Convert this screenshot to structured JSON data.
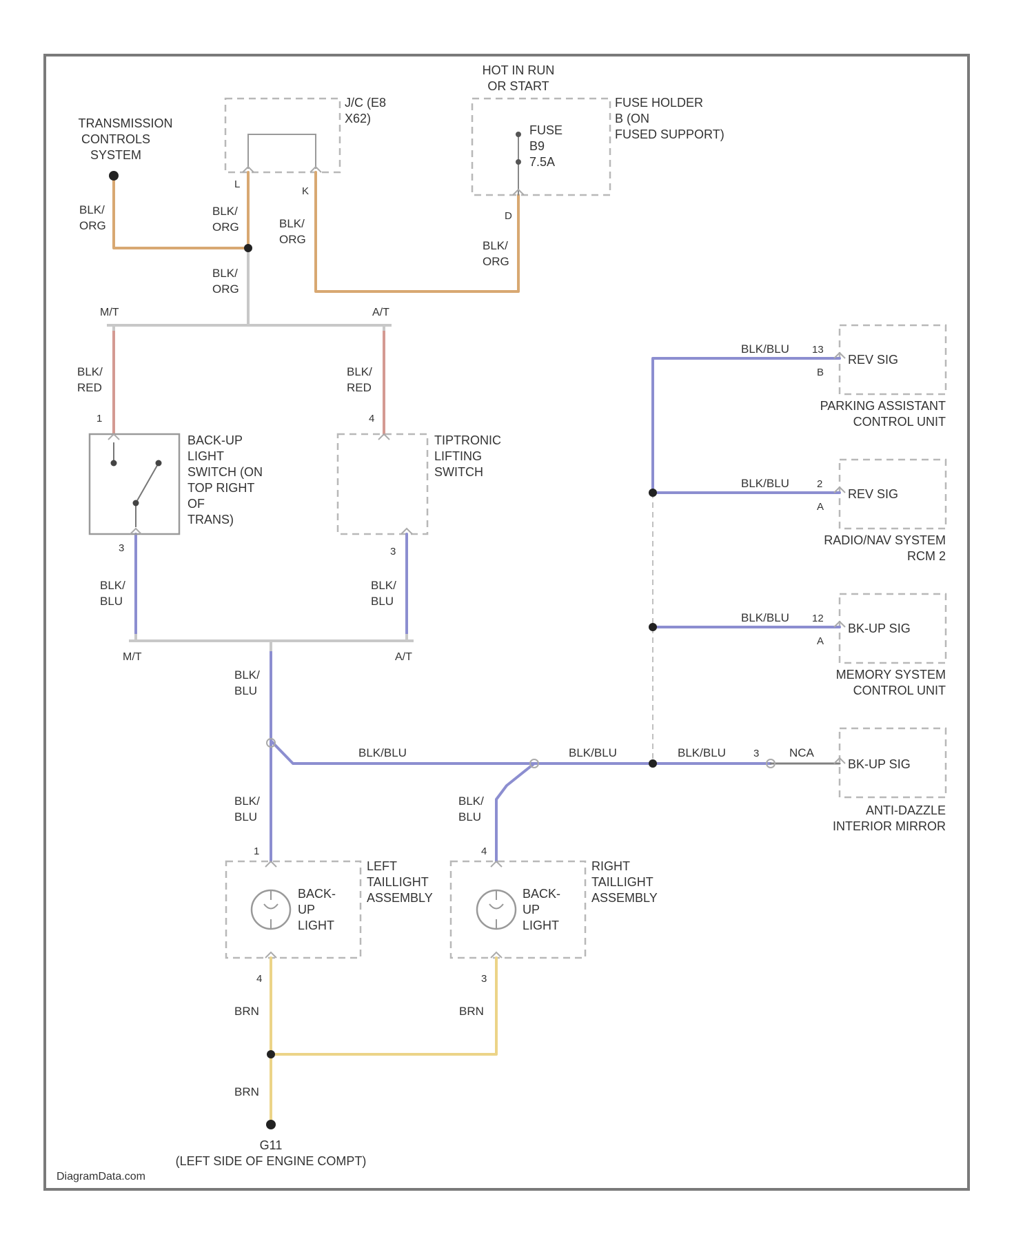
{
  "colors": {
    "orange_wire": "#d8a872",
    "red_wire": "#d49a92",
    "blue_wire": "#8c8ed0",
    "yellow_wire": "#ecd488",
    "gray_wire": "#808080",
    "bus": "#c8c8c8",
    "dashed_box": "#b8b8b8",
    "frame": "#7a7a7a"
  },
  "components": {
    "tcs": [
      "TRANSMISSION",
      "CONTROLS",
      "SYSTEM"
    ],
    "jc": [
      "J/C (E8",
      "X62)"
    ],
    "fuse_top": [
      "HOT IN RUN",
      "OR START"
    ],
    "fuse_holder": [
      "FUSE HOLDER",
      "B (ON",
      "FUSED SUPPORT)"
    ],
    "fuse_label": [
      "FUSE",
      "B9",
      "7.5A"
    ],
    "backup_switch": [
      "BACK-UP",
      "LIGHT",
      "SWITCH (ON",
      "TOP RIGHT",
      "OF",
      "TRANS)"
    ],
    "tiptronic": [
      "TIPTRONIC",
      "LIFTING",
      "SWITCH"
    ],
    "left_taillight": [
      "LEFT",
      "TAILLIGHT",
      "ASSEMBLY"
    ],
    "right_taillight": [
      "RIGHT",
      "TAILLIGHT",
      "ASSEMBLY"
    ],
    "lamp_text": [
      "BACK-",
      "UP",
      "LIGHT"
    ],
    "parking": {
      "box": "REV SIG",
      "name": [
        "PARKING ASSISTANT",
        "CONTROL UNIT"
      ]
    },
    "radio": {
      "box": "REV SIG",
      "name": [
        "RADIO/NAV SYSTEM",
        "RCM 2"
      ]
    },
    "memory": {
      "box": "BK-UP SIG",
      "name": [
        "MEMORY SYSTEM",
        "CONTROL UNIT"
      ]
    },
    "mirror": {
      "box": "BK-UP SIG",
      "name": [
        "ANTI-DAZZLE",
        "INTERIOR MIRROR"
      ]
    },
    "ground": [
      "G11",
      "(LEFT SIDE OF ENGINE COMPT)"
    ]
  },
  "wires": {
    "blk_org": [
      "BLK/",
      "ORG"
    ],
    "blk_red": [
      "BLK/",
      "RED"
    ],
    "blk_blu": [
      "BLK/",
      "BLU"
    ],
    "blk_blu_flat": "BLK/BLU",
    "brn": "BRN",
    "nca": "NCA"
  },
  "pins": {
    "jc_left": "L",
    "jc_right": "K",
    "fuse_bottom": "D",
    "switch_top": "1",
    "switch_bottom": "3",
    "tip_top": "4",
    "tip_bottom": "3",
    "left_top": "1",
    "left_bottom": "4",
    "right_top": "4",
    "right_bottom": "3",
    "parking_num": "13",
    "parking_let": "B",
    "radio_num": "2",
    "radio_let": "A",
    "memory_num": "12",
    "memory_let": "A",
    "mirror_num": "3"
  },
  "variants": {
    "mt": "M/T",
    "at": "A/T"
  },
  "watermark": "DiagramData.com"
}
